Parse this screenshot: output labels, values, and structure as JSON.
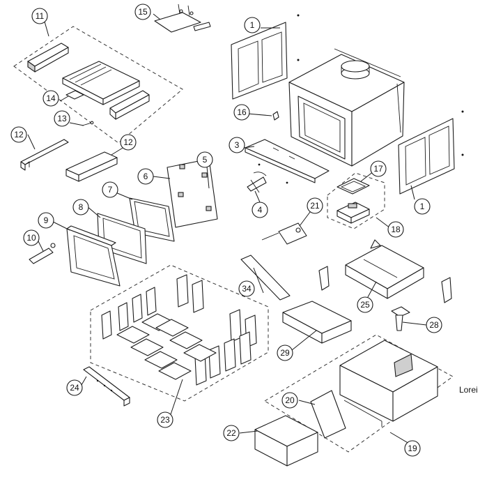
{
  "callouts": [
    {
      "id": "c1a",
      "label": "1"
    },
    {
      "id": "c1b",
      "label": "1"
    },
    {
      "id": "c3",
      "label": "3"
    },
    {
      "id": "c4",
      "label": "4"
    },
    {
      "id": "c5",
      "label": "5"
    },
    {
      "id": "c6",
      "label": "6"
    },
    {
      "id": "c7",
      "label": "7"
    },
    {
      "id": "c8",
      "label": "8"
    },
    {
      "id": "c9",
      "label": "9"
    },
    {
      "id": "c10",
      "label": "10"
    },
    {
      "id": "c11",
      "label": "11"
    },
    {
      "id": "c12a",
      "label": "12"
    },
    {
      "id": "c12b",
      "label": "12"
    },
    {
      "id": "c13",
      "label": "13"
    },
    {
      "id": "c14",
      "label": "14"
    },
    {
      "id": "c15",
      "label": "15"
    },
    {
      "id": "c16",
      "label": "16"
    },
    {
      "id": "c17",
      "label": "17"
    },
    {
      "id": "c18",
      "label": "18"
    },
    {
      "id": "c19",
      "label": "19"
    },
    {
      "id": "c20",
      "label": "20"
    },
    {
      "id": "c21",
      "label": "21"
    },
    {
      "id": "c22",
      "label": "22"
    },
    {
      "id": "c23",
      "label": "23"
    },
    {
      "id": "c24",
      "label": "24"
    },
    {
      "id": "c25",
      "label": "25"
    },
    {
      "id": "c28",
      "label": "28"
    },
    {
      "id": "c29",
      "label": "29"
    },
    {
      "id": "c34",
      "label": "34"
    }
  ],
  "edge_text": "Lorei"
}
